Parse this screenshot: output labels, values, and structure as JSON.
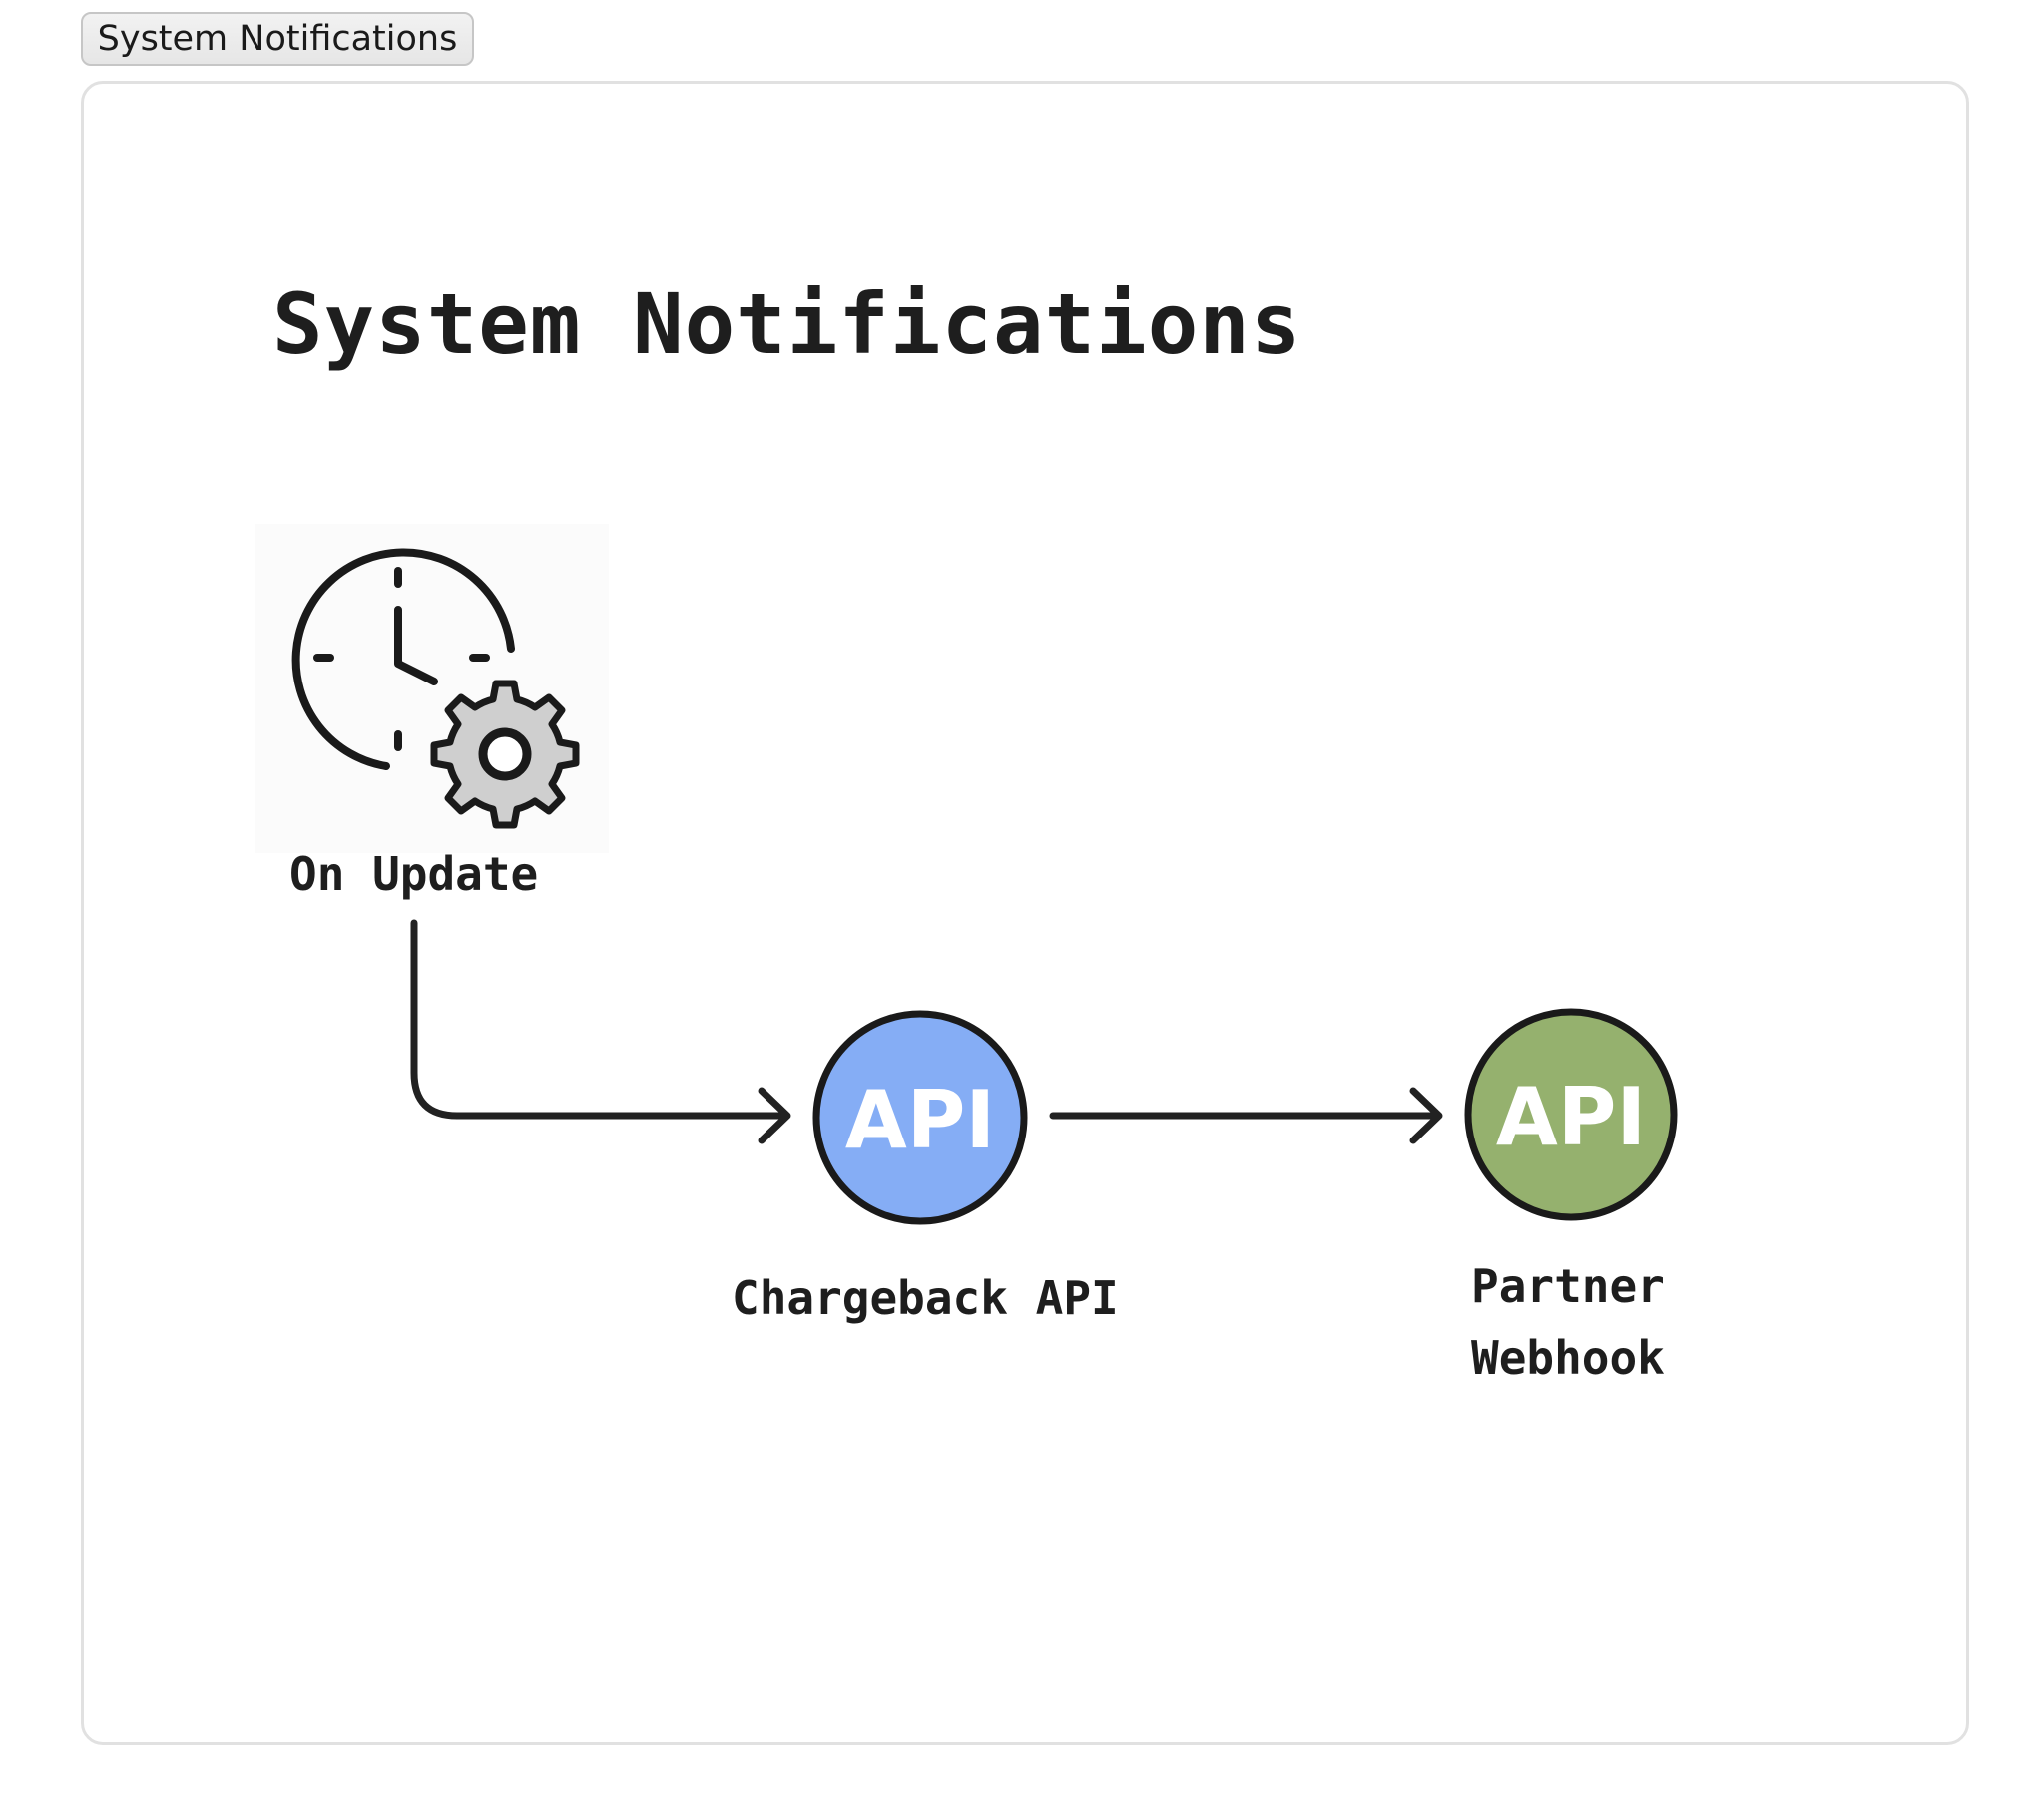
{
  "tab": {
    "label": "System Notifications"
  },
  "diagram": {
    "title": "System Notifications",
    "nodes": [
      {
        "id": "on-update",
        "label": "On Update",
        "icon": "clock-gear-icon"
      },
      {
        "id": "chargeback-api",
        "label": "Chargeback API",
        "icon": "api-icon",
        "icon_text": "API",
        "color": "#85adf5"
      },
      {
        "id": "partner-webhook",
        "label": "Partner\nWebhook",
        "icon": "api-icon",
        "icon_text": "API",
        "color": "#95b16e"
      }
    ],
    "edges": [
      {
        "from": "on-update",
        "to": "chargeback-api"
      },
      {
        "from": "chargeback-api",
        "to": "partner-webhook"
      }
    ]
  }
}
